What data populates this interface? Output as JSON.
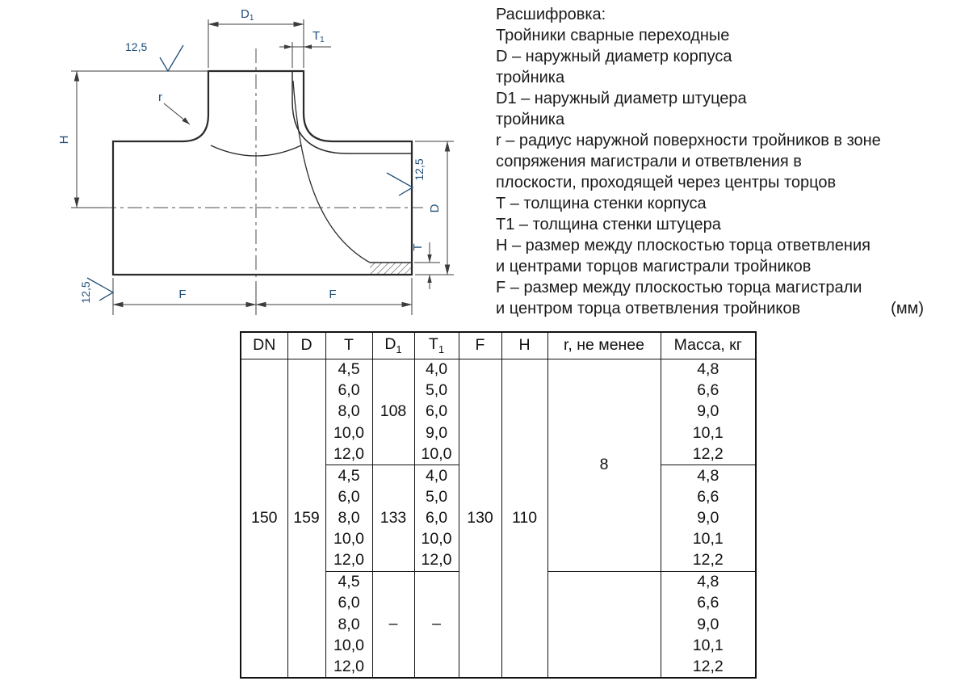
{
  "drawing": {
    "labels": {
      "d1_main": "D",
      "d1_sub": "1",
      "t1_main": "T",
      "t1_sub": "1",
      "h": "H",
      "d": "D",
      "t": "T",
      "r": "r",
      "f_left": "F",
      "f_right": "F",
      "roughness_top": "12,5",
      "roughness_right": "12,5",
      "roughness_bottom": "12,5"
    },
    "colors": {
      "line": "#2b2b2b",
      "label": "#1f4e79"
    }
  },
  "legend": {
    "title": "Расшифровка:",
    "lines": [
      "Тройники сварные переходные",
      "D – наружный диаметр корпуса",
      "тройника",
      "D1 – наружный диаметр штуцера",
      "тройника",
      "r – радиус наружной поверхности тройников в зоне",
      "сопряжения магистрали и ответвления в",
      "плоскости, проходящей через центры торцов",
      "Т – толщина стенки корпуса",
      "Т1 – толщина стенки штуцера",
      "Н – размер между плоскостью торца ответвления",
      "и центрами торцов магистрали тройников",
      "F – размер между плоскостью торца магистрали",
      "и центром торца ответвления тройников"
    ],
    "units_note": "(мм)"
  },
  "table": {
    "headers": {
      "dn": "DN",
      "d": "D",
      "t": "T",
      "d1_main": "D",
      "d1_sub": "1",
      "t1_main": "T",
      "t1_sub": "1",
      "f": "F",
      "h": "H",
      "r": "r, не менее",
      "mass": "Масса, кг"
    },
    "dn": "150",
    "d": "159",
    "f": "130",
    "h": "110",
    "r_value": "8",
    "groups": [
      {
        "d1": "108",
        "rows": [
          {
            "t": "4,5",
            "t1": "4,0",
            "m": "4,8"
          },
          {
            "t": "6,0",
            "t1": "5,0",
            "m": "6,6"
          },
          {
            "t": "8,0",
            "t1": "6,0",
            "m": "9,0"
          },
          {
            "t": "10,0",
            "t1": "9,0",
            "m": "10,1"
          },
          {
            "t": "12,0",
            "t1": "10,0",
            "m": "12,2"
          }
        ]
      },
      {
        "d1": "133",
        "rows": [
          {
            "t": "4,5",
            "t1": "4,0",
            "m": "4,8"
          },
          {
            "t": "6,0",
            "t1": "5,0",
            "m": "6,6"
          },
          {
            "t": "8,0",
            "t1": "6,0",
            "m": "9,0"
          },
          {
            "t": "10,0",
            "t1": "10,0",
            "m": "10,1"
          },
          {
            "t": "12,0",
            "t1": "12,0",
            "m": "12,2"
          }
        ]
      },
      {
        "d1": "–",
        "t1": "–",
        "rows": [
          {
            "t": "4,5",
            "m": "4,8"
          },
          {
            "t": "6,0",
            "m": "6,6"
          },
          {
            "t": "8,0",
            "m": "9,0"
          },
          {
            "t": "10,0",
            "m": "10,1"
          },
          {
            "t": "12,0",
            "m": "12,2"
          }
        ]
      }
    ]
  }
}
